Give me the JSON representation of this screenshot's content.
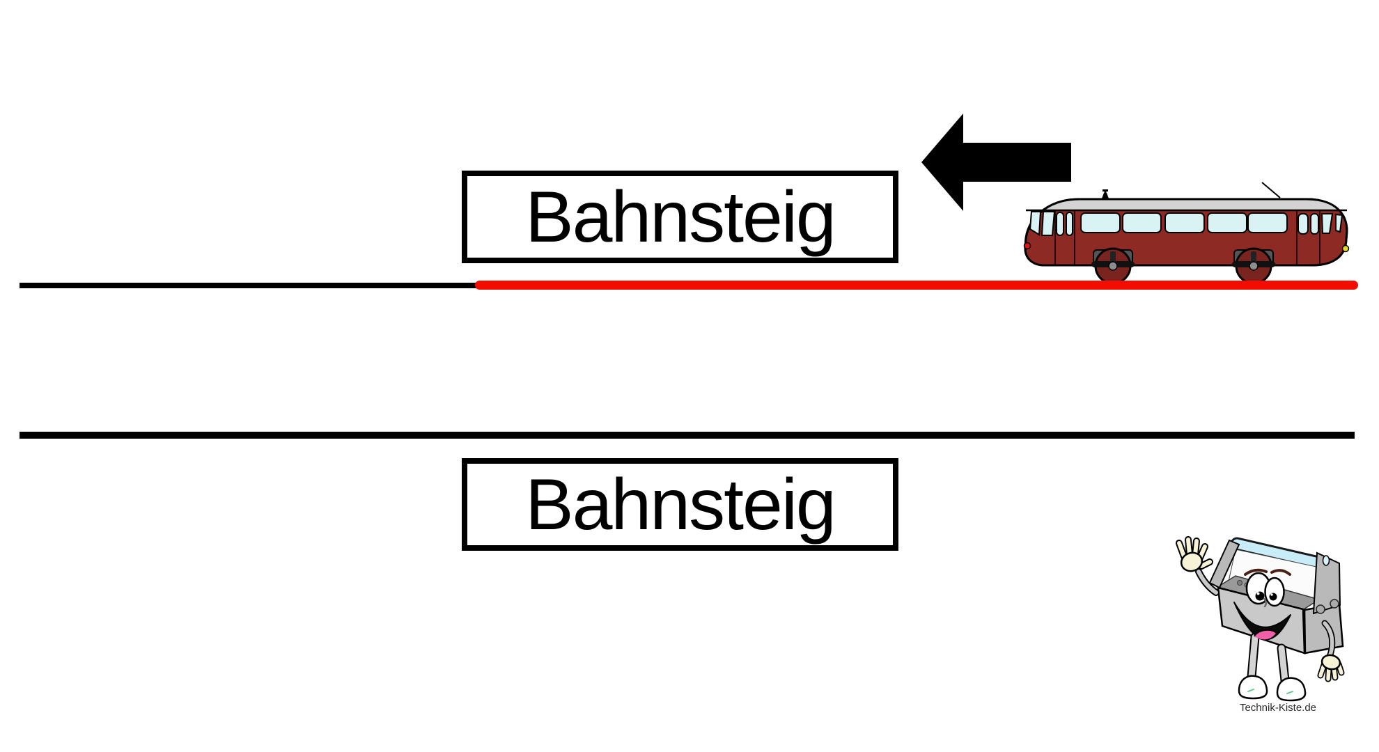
{
  "signs": {
    "top_label": "Bahnsteig",
    "bottom_label": "Bahnsteig"
  },
  "arrow": {
    "direction": "left",
    "color": "#000000"
  },
  "tracks": {
    "upper_free_color": "#000000",
    "upper_occupied_color": "#f20d00",
    "lower_color": "#000000"
  },
  "train": {
    "type": "railbus",
    "facing": "left",
    "body_color": "#8c2a23",
    "roof_color": "#d3d3d3",
    "window_color": "#d9f3f5",
    "wheel_color": "#7a2420",
    "front_marker_color": "#de1510",
    "rear_marker_color": "#e5d62b"
  },
  "mascot": {
    "type": "waving toolbox cartoon",
    "handle_color": "#c8ecf8",
    "box_color": "#c9c9c9",
    "inner_color": "#9a9a9a",
    "glove_color": "#f7f3d6",
    "tongue_color": "#f060a8",
    "shoe_color": "#ffffff",
    "eyebrow_color": "#4a1f15"
  },
  "branding": {
    "site_label": "Technik-Kiste.de"
  }
}
